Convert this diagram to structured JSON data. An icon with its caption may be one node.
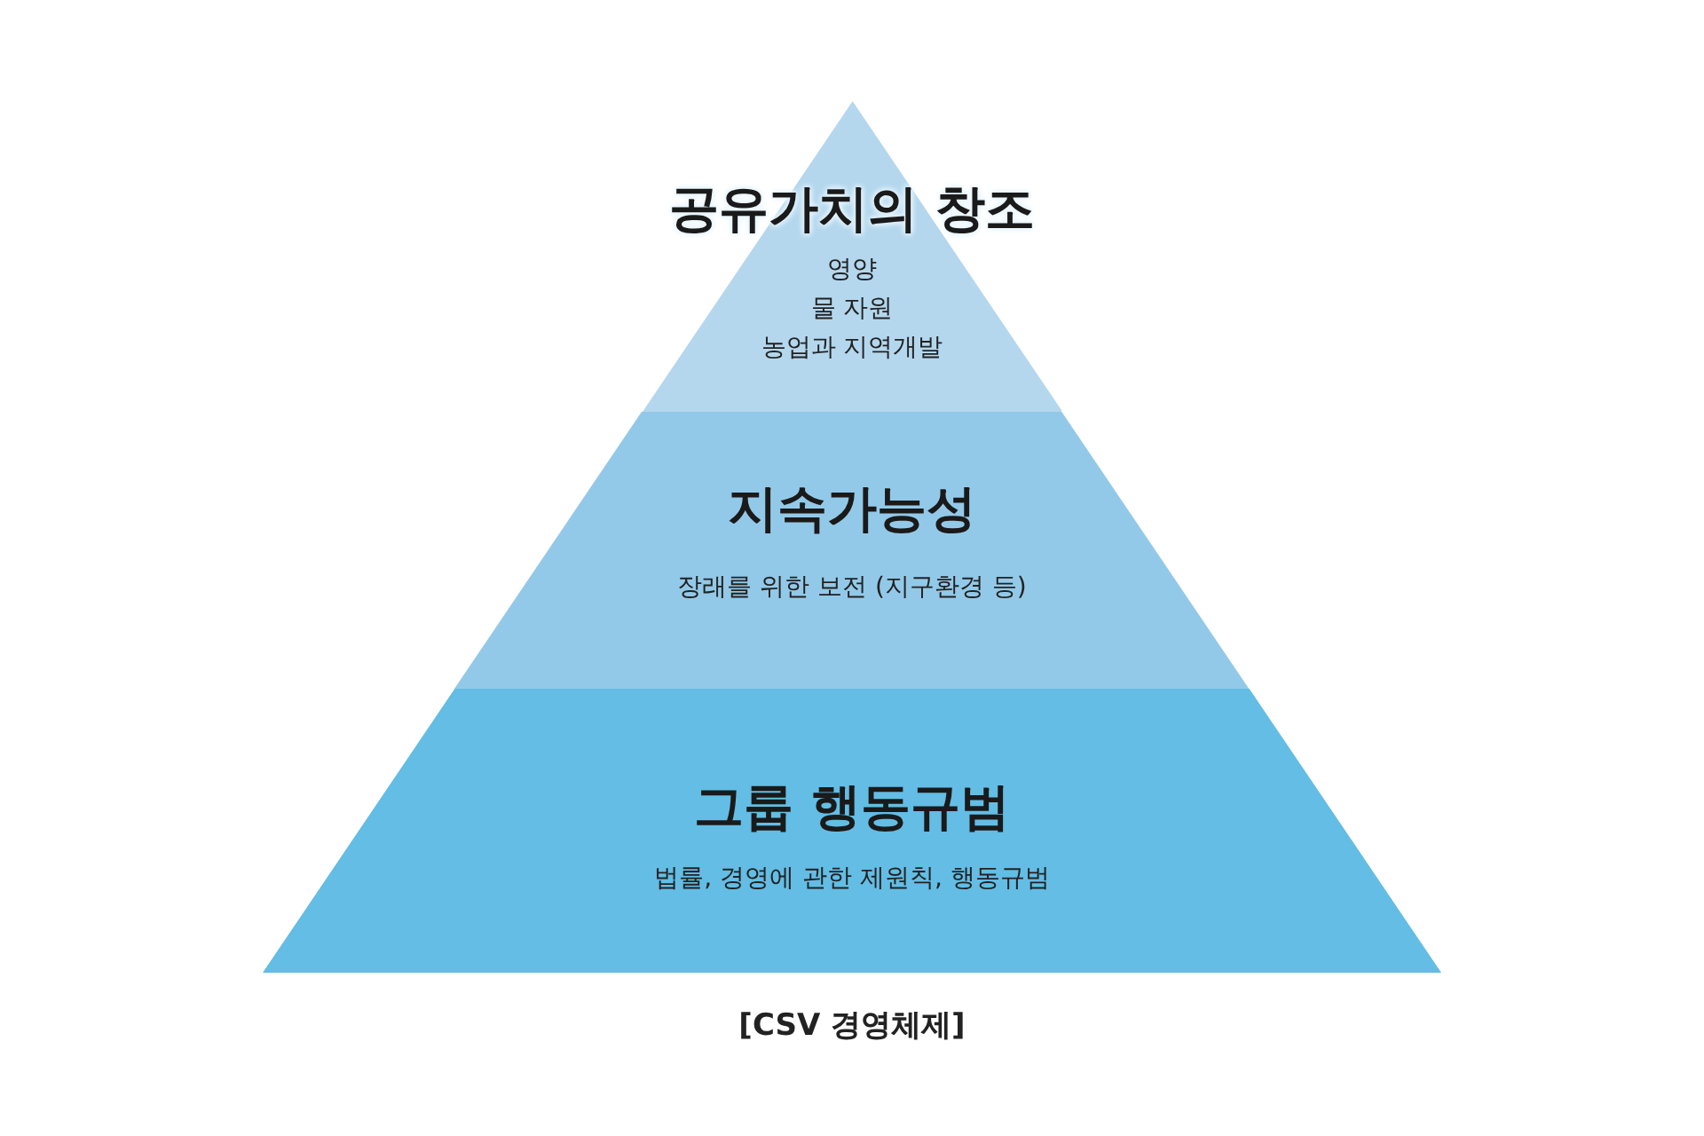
{
  "diagram": {
    "caption": "[CSV 경영체제]",
    "nodes": [
      {
        "text": [
          "공유가치의 창조",
          "영양",
          "물 자원",
          "농업과 지역개발"
        ]
      },
      {
        "text": [
          "지속가능성",
          "장래를 위한 보전 (지구환경 등)"
        ]
      },
      {
        "text": [
          "그룹 행동규범",
          "법률, 경영에 관한 제원칙, 행동규범"
        ]
      }
    ]
  }
}
